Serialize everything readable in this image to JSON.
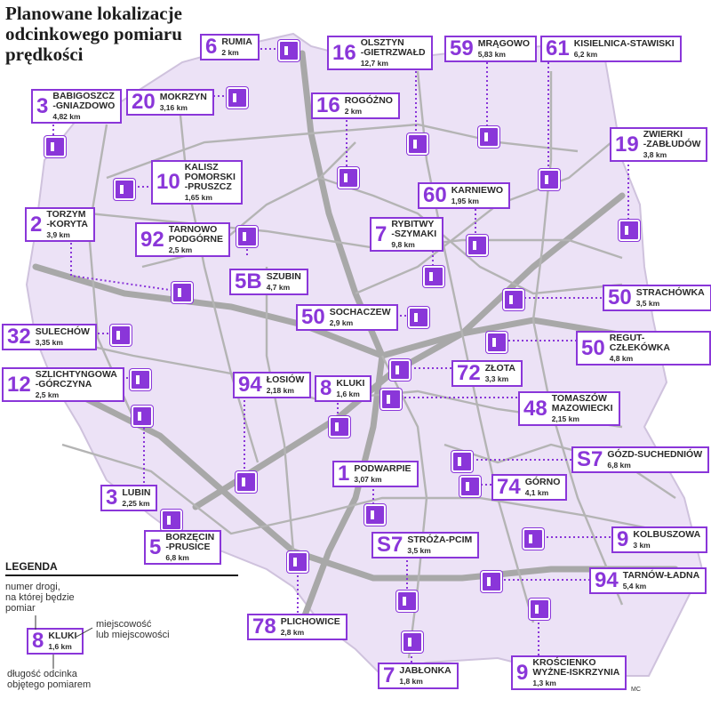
{
  "title": "Planowane lokalizacje odcinkowego pomiaru prędkości",
  "colors": {
    "accent": "#8a36d9",
    "land": "#ece2f6",
    "road": "#a8a8a8",
    "border": "#cfc2dd"
  },
  "sections": [
    {
      "road": "6",
      "place": "RUMIA",
      "length": "2 km"
    },
    {
      "road": "16",
      "place": "OLSZTYN\n-GIETRZWAŁD",
      "length": "12,7 km"
    },
    {
      "road": "59",
      "place": "MRĄGOWO",
      "length": "5,83 km"
    },
    {
      "road": "61",
      "place": "KISIELNICA-STAWISKI",
      "length": "6,2 km"
    },
    {
      "road": "3",
      "place": "BABIGOSZCZ\n-GNIAZDOWO",
      "length": "4,82 km"
    },
    {
      "road": "20",
      "place": "MOKRZYN",
      "length": "3,16 km"
    },
    {
      "road": "16",
      "place": "ROGÓŻNO",
      "length": "2 km"
    },
    {
      "road": "19",
      "place": "ZWIERKI\n-ZABŁUDÓW",
      "length": "3,8 km"
    },
    {
      "road": "10",
      "place": "KALISZ\nPOMORSKI\n-PRUSZCZ",
      "length": "1,65 km"
    },
    {
      "road": "60",
      "place": "KARNIEWO",
      "length": "1,95 km"
    },
    {
      "road": "2",
      "place": "TORZYM\n-KORYTA",
      "length": "3,9 km"
    },
    {
      "road": "92",
      "place": "TARNOWO\nPODGÓRNE",
      "length": "2,5 km"
    },
    {
      "road": "7",
      "place": "RYBITWY\n-SZYMAKI",
      "length": "9,8 km"
    },
    {
      "road": "5B",
      "place": "SZUBIN",
      "length": "4,7 km"
    },
    {
      "road": "50",
      "place": "STRACHÓWKA",
      "length": "3,5 km"
    },
    {
      "road": "50",
      "place": "SOCHACZEW",
      "length": "2,9 km"
    },
    {
      "road": "32",
      "place": "SULECHÓW",
      "length": "3,35 km"
    },
    {
      "road": "50",
      "place": "REGUT-CZŁEKÓWKA",
      "length": "4,8 km"
    },
    {
      "road": "12",
      "place": "SZLICHTYNGOWA\n-GÓRCZYNA",
      "length": "2,5 km"
    },
    {
      "road": "94",
      "place": "ŁOSIÓW",
      "length": "2,18 km"
    },
    {
      "road": "8",
      "place": "KLUKI",
      "length": "1,6 km"
    },
    {
      "road": "72",
      "place": "ZŁOTA",
      "length": "3,3 km"
    },
    {
      "road": "48",
      "place": "TOMASZÓW\nMAZOWIECKI",
      "length": "2,15 km"
    },
    {
      "road": "S7",
      "place": "GÓZD-SUCHEDNIÓW",
      "length": "6,8 km"
    },
    {
      "road": "1",
      "place": "PODWARPIE",
      "length": "3,07 km"
    },
    {
      "road": "74",
      "place": "GÓRNO",
      "length": "4,1 km"
    },
    {
      "road": "3",
      "place": "LUBIN",
      "length": "2,25 km"
    },
    {
      "road": "5",
      "place": "BORZĘCIN\n-PRUSICE",
      "length": "6,8 km"
    },
    {
      "road": "S7",
      "place": "STRÓŻA-PCIM",
      "length": "3,5 km"
    },
    {
      "road": "9",
      "place": "KOLBUSZOWA",
      "length": "3 km"
    },
    {
      "road": "94",
      "place": "TARNÓW-ŁADNA",
      "length": "5,4 km"
    },
    {
      "road": "78",
      "place": "PLICHOWICE",
      "length": "2,8 km"
    },
    {
      "road": "7",
      "place": "JABŁONKA",
      "length": "1,8 km"
    },
    {
      "road": "9",
      "place": "KROŚCIENKO\nWYŻNE-ISKRZYNIA",
      "length": "1,3 km"
    }
  ],
  "legend": {
    "title": "LEGENDA",
    "road_note": "numer drogi,\nna której będzie\npomiar",
    "place_note": "miejscowość\nlub miejscowości",
    "length_note": "długość odcinka\nobjętego pomiarem",
    "example": {
      "road": "8",
      "place": "KLUKI",
      "length": "1,6 km"
    }
  },
  "credit": "MC"
}
